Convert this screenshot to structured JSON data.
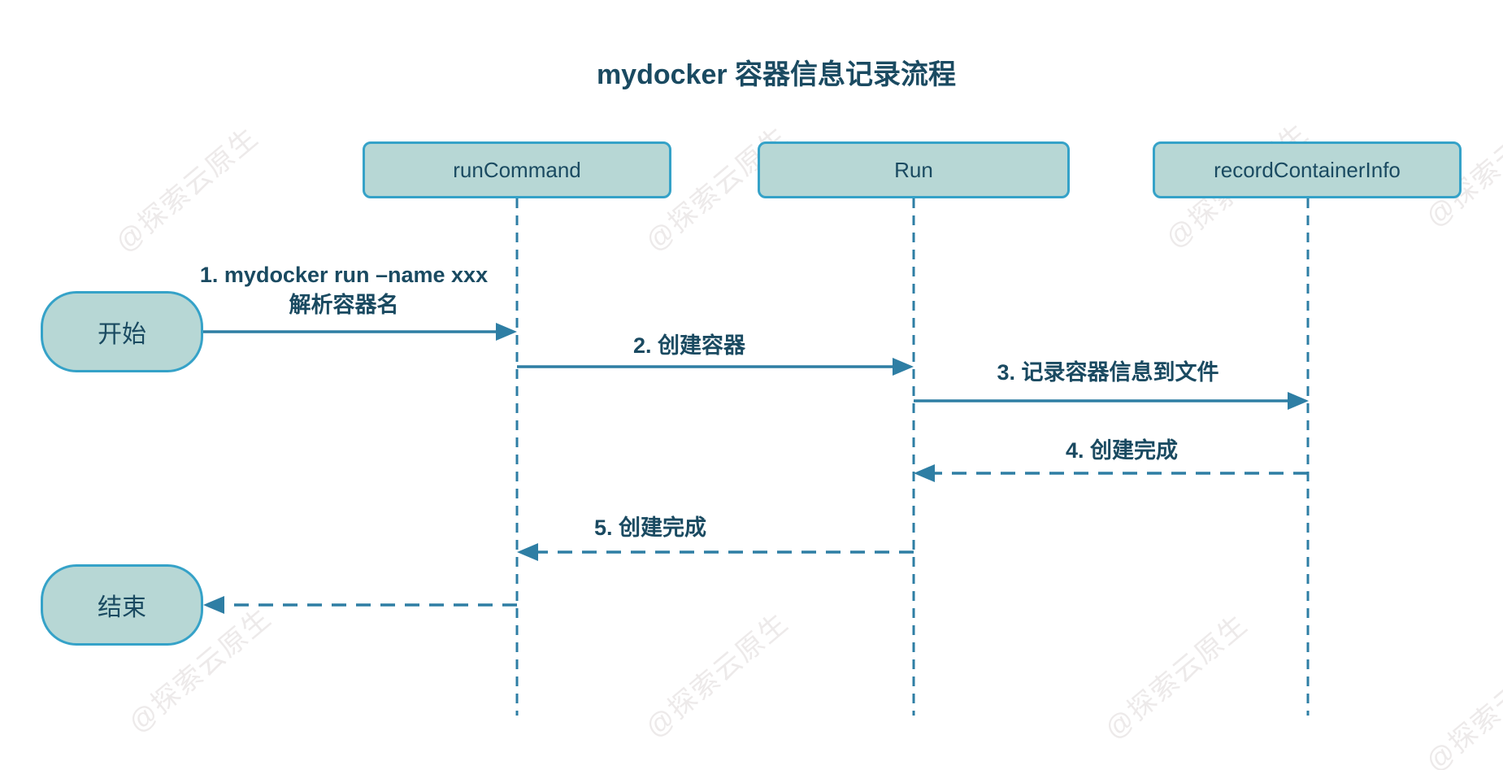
{
  "title": "mydocker 容器信息记录流程",
  "watermark": {
    "text": "@探索云原生"
  },
  "actors": [
    {
      "label": "runCommand"
    },
    {
      "label": "Run"
    },
    {
      "label": "recordContainerInfo"
    }
  ],
  "nodes": {
    "start": "开始",
    "end": "结束"
  },
  "messages": [
    {
      "from": "开始",
      "to": "runCommand",
      "style": "solid",
      "label": "1. mydocker run –name xxx",
      "label2": "解析容器名"
    },
    {
      "from": "runCommand",
      "to": "Run",
      "style": "solid",
      "label": "2. 创建容器"
    },
    {
      "from": "Run",
      "to": "recordContainerInfo",
      "style": "solid",
      "label": "3. 记录容器信息到文件"
    },
    {
      "from": "recordContainerInfo",
      "to": "Run",
      "style": "dashed",
      "label": "4. 创建完成"
    },
    {
      "from": "Run",
      "to": "runCommand",
      "style": "dashed",
      "label": "5. 创建完成"
    },
    {
      "from": "runCommand",
      "to": "结束",
      "style": "dashed",
      "label": ""
    }
  ],
  "colors": {
    "ink": "#1a4a61",
    "line": "#2e7ea4",
    "node_fill": "#b7d7d5",
    "node_border": "#35a2c8",
    "watermark": "#edeaea",
    "background": "#ffffff"
  }
}
